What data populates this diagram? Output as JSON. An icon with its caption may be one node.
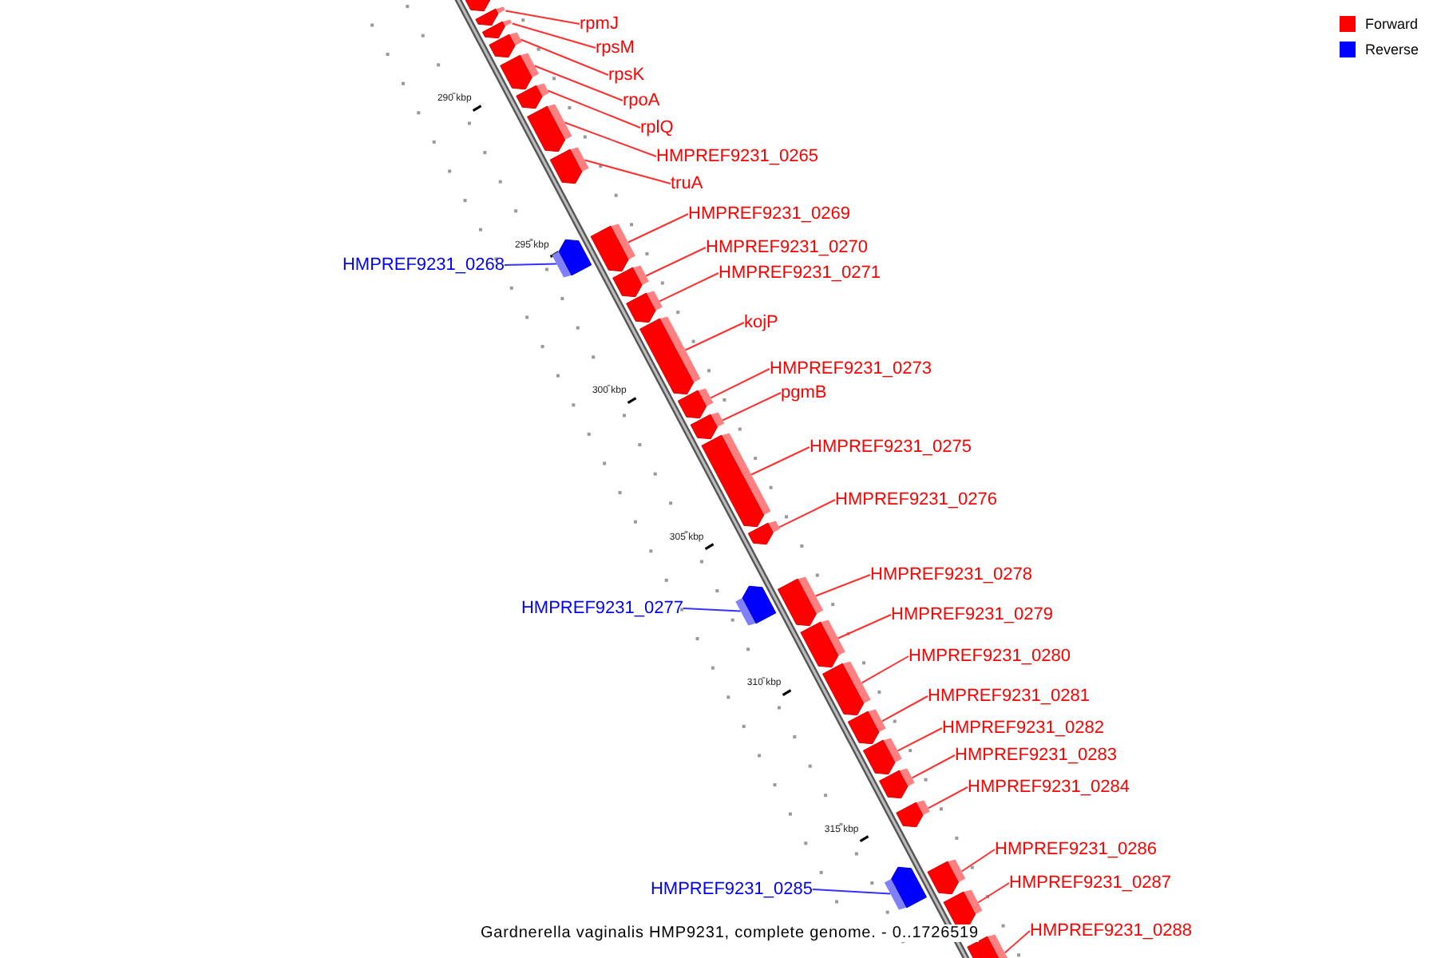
{
  "diagram": {
    "caption": "Gardnerella vaginalis HMP9231, complete genome. - 0..1726519",
    "nodes": [
      {
        "text": [],
        "shape": "bar"
      },
      {
        "text": [],
        "shape": "bar"
      },
      {
        "text": [
          "rpmJ"
        ]
      },
      {
        "text": [],
        "shape": "bar"
      },
      {
        "text": [
          "rpsM"
        ]
      },
      {
        "text": [],
        "shape": "bar"
      },
      {
        "text": [
          "rpsK"
        ]
      },
      {
        "text": [],
        "shape": "bar"
      },
      {
        "text": [
          "rpoA"
        ]
      },
      {
        "text": [],
        "shape": "bar"
      },
      {
        "text": [
          "rplQ"
        ]
      },
      {
        "text": [],
        "shape": "bar"
      },
      {
        "text": [
          "HMPREF9231_0265"
        ]
      },
      {
        "text": [],
        "shape": "bar"
      },
      {
        "text": [
          "truA"
        ]
      },
      {
        "text": [],
        "shape": "bar"
      },
      {
        "text": [
          "HMPREF9231_0268"
        ]
      },
      {
        "text": [],
        "shape": "bar"
      },
      {
        "text": [
          "HMPREF9231_0269"
        ]
      },
      {
        "text": [],
        "shape": "bar"
      },
      {
        "text": [
          "HMPREF9231_0270"
        ]
      },
      {
        "text": [],
        "shape": "bar"
      },
      {
        "text": [
          "HMPREF9231_0271"
        ]
      },
      {
        "text": [],
        "shape": "bar"
      },
      {
        "text": [
          "kojP"
        ]
      },
      {
        "text": [],
        "shape": "bar"
      },
      {
        "text": [
          "HMPREF9231_0273"
        ]
      },
      {
        "text": [],
        "shape": "bar"
      },
      {
        "text": [
          "pgmB"
        ]
      },
      {
        "text": [],
        "shape": "bar"
      },
      {
        "text": [
          "HMPREF9231_0275"
        ]
      },
      {
        "text": [],
        "shape": "bar"
      },
      {
        "text": [
          "HMPREF9231_0276"
        ]
      },
      {
        "text": [],
        "shape": "bar"
      },
      {
        "text": [
          "HMPREF9231_0277"
        ]
      },
      {
        "text": [],
        "shape": "bar"
      },
      {
        "text": [
          "HMPREF9231_0278"
        ]
      },
      {
        "text": [],
        "shape": "bar"
      },
      {
        "text": [
          "HMPREF9231_0279"
        ]
      },
      {
        "text": [],
        "shape": "bar"
      },
      {
        "text": [
          "HMPREF9231_0280"
        ]
      },
      {
        "text": [],
        "shape": "bar"
      },
      {
        "text": [
          "HMPREF9231_0281"
        ]
      },
      {
        "text": [],
        "shape": "bar"
      },
      {
        "text": [
          "HMPREF9231_0282"
        ]
      },
      {
        "text": [],
        "shape": "bar"
      },
      {
        "text": [
          "HMPREF9231_0283"
        ]
      },
      {
        "text": [],
        "shape": "bar"
      },
      {
        "text": [
          "HMPREF9231_0284"
        ]
      },
      {
        "text": [],
        "shape": "bar"
      },
      {
        "text": [
          "HMPREF9231_0285"
        ]
      },
      {
        "text": [],
        "shape": "bar"
      },
      {
        "text": [
          "HMPREF9231_0286"
        ]
      },
      {
        "text": [],
        "shape": "bar"
      },
      {
        "text": [
          "HMPREF9231_0287"
        ]
      },
      {
        "text": [],
        "shape": "bar"
      },
      {
        "text": [
          "HMPREF9231_0288"
        ]
      }
    ],
    "edges": [
      {
        "from": 2,
        "to": 1,
        "arrow": "none"
      },
      {
        "from": 4,
        "to": 3,
        "arrow": "none"
      },
      {
        "from": 6,
        "to": 5,
        "arrow": "none"
      },
      {
        "from": 8,
        "to": 7,
        "arrow": "none"
      },
      {
        "from": 10,
        "to": 9,
        "arrow": "none"
      },
      {
        "from": 12,
        "to": 11,
        "arrow": "none"
      },
      {
        "from": 14,
        "to": 13,
        "arrow": "none"
      },
      {
        "from": 16,
        "to": 15,
        "arrow": "none",
        "color": "#3333ff"
      },
      {
        "from": 18,
        "to": 17,
        "arrow": "none"
      },
      {
        "from": 20,
        "to": 19,
        "arrow": "none"
      },
      {
        "from": 22,
        "to": 21,
        "arrow": "none"
      },
      {
        "from": 24,
        "to": 23,
        "arrow": "none"
      },
      {
        "from": 26,
        "to": 25,
        "arrow": "none"
      },
      {
        "from": 28,
        "to": 27,
        "arrow": "none"
      },
      {
        "from": 30,
        "to": 29,
        "arrow": "none"
      },
      {
        "from": 32,
        "to": 31,
        "arrow": "none"
      },
      {
        "from": 34,
        "to": 33,
        "arrow": "none",
        "color": "#3333ff"
      },
      {
        "from": 36,
        "to": 35,
        "arrow": "none"
      },
      {
        "from": 38,
        "to": 37,
        "arrow": "none"
      },
      {
        "from": 40,
        "to": 39,
        "arrow": "none"
      },
      {
        "from": 42,
        "to": 41,
        "arrow": "none"
      },
      {
        "from": 44,
        "to": 43,
        "arrow": "none"
      },
      {
        "from": 46,
        "to": 45,
        "arrow": "none"
      },
      {
        "from": 48,
        "to": 47,
        "arrow": "none"
      },
      {
        "from": 50,
        "to": 49,
        "arrow": "none",
        "color": "#3333ff"
      },
      {
        "from": 52,
        "to": 51,
        "arrow": "none"
      },
      {
        "from": 54,
        "to": 53,
        "arrow": "none"
      },
      {
        "from": 56,
        "to": 55,
        "arrow": "none"
      }
    ],
    "labels": [
      "290 kbp",
      "295 kbp",
      "300 kbp",
      "305 kbp",
      "310 kbp",
      "315 kbp"
    ],
    "legend": [
      {
        "text": "Forward",
        "color": "#ff0000"
      },
      {
        "text": "Reverse",
        "color": "#0000ff"
      }
    ]
  }
}
